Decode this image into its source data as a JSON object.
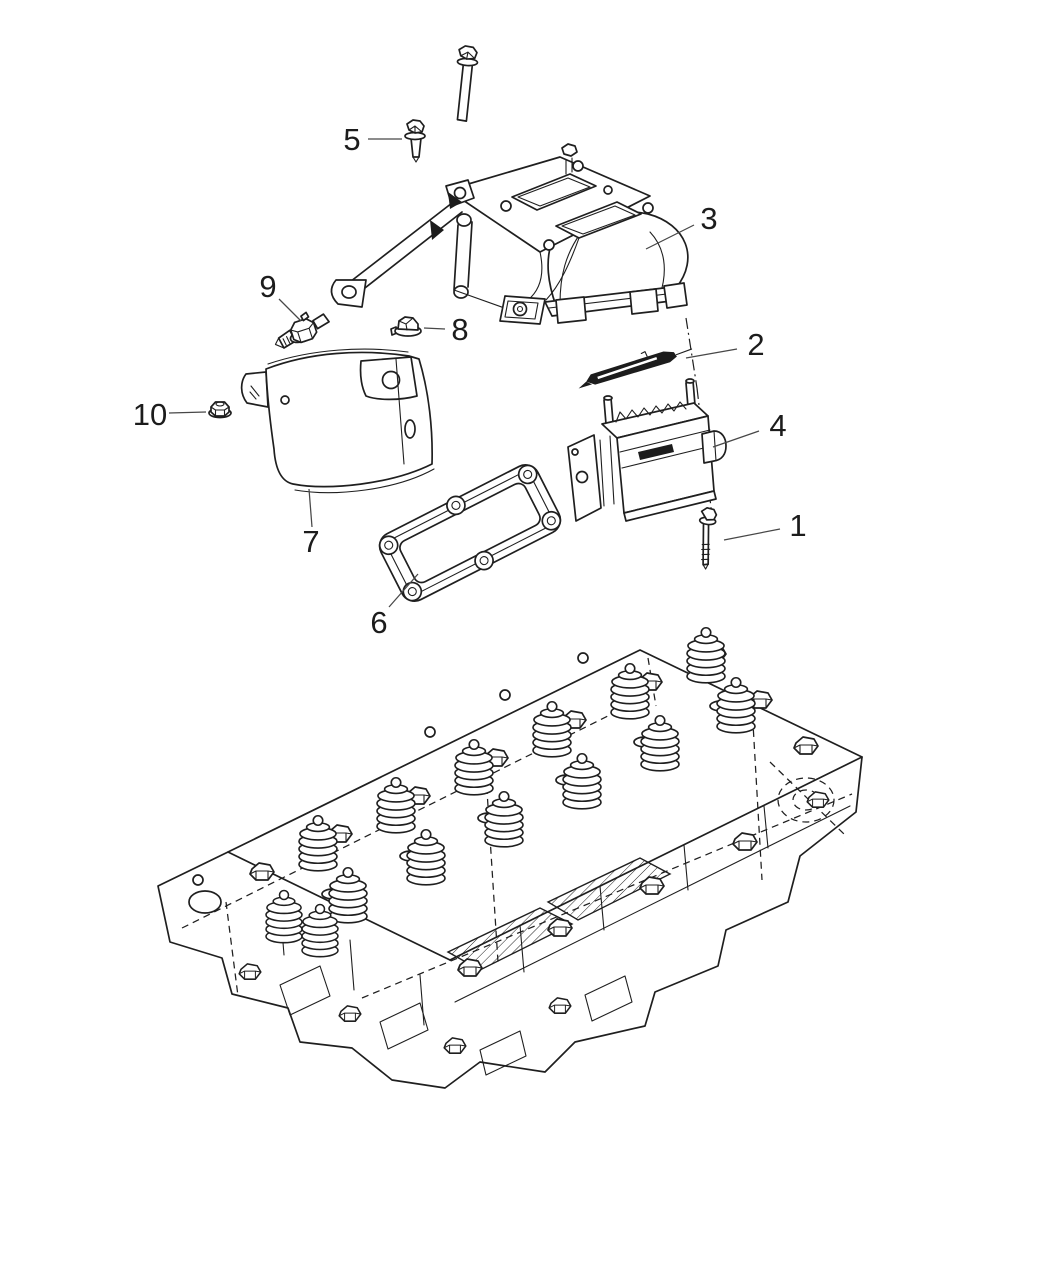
{
  "diagram": {
    "background_color": "#ffffff",
    "line_color": "#1f1f1f",
    "ink_color": "#1c1c1c",
    "leader_color": "#474747",
    "callouts": [
      {
        "label": "1"
      },
      {
        "label": "2"
      },
      {
        "label": "3"
      },
      {
        "label": "4"
      },
      {
        "label": "5"
      },
      {
        "label": "6"
      },
      {
        "label": "7"
      },
      {
        "label": "8"
      },
      {
        "label": "9"
      },
      {
        "label": "10"
      }
    ]
  }
}
